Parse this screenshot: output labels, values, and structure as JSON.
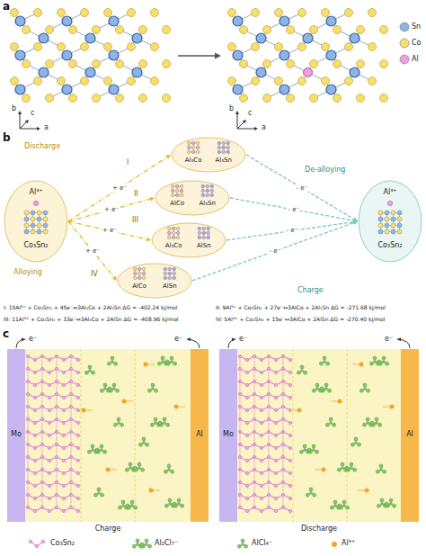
{
  "diagram": {
    "nodes": [
      {
        "text": [
          "Al³⁺",
          "Co₃Sn₂"
        ]
      },
      {
        "text": [
          "Al₃Co",
          "Al₃Sn"
        ]
      },
      {
        "text": [
          "AlCo",
          "Al₃Sn"
        ]
      },
      {
        "text": [
          "Al₃Co",
          "AlSn"
        ]
      },
      {
        "text": [
          "AlCo",
          "AlSn"
        ]
      },
      {
        "text": [
          "Al³⁺",
          "Co₃Sn₂"
        ]
      },
      {
        "text": [
          "Mo"
        ]
      },
      {
        "text": [
          "Al"
        ]
      },
      {
        "text": [
          "Mo"
        ]
      },
      {
        "text": [
          "Al"
        ]
      }
    ],
    "edges": [
      {
        "from": 0,
        "to": 1,
        "arrow": "to",
        "label": "+ e⁻"
      },
      {
        "from": 0,
        "to": 2,
        "arrow": "to",
        "label": "+ e⁻"
      },
      {
        "from": 0,
        "to": 3,
        "arrow": "to",
        "label": "+ e⁻"
      },
      {
        "from": 0,
        "to": 4,
        "arrow": "to",
        "label": "+ e⁻"
      },
      {
        "from": 1,
        "to": 5,
        "arrow": "to",
        "label": "- e⁻"
      },
      {
        "from": 2,
        "to": 5,
        "arrow": "to",
        "label": "- e⁻"
      },
      {
        "from": 3,
        "to": 5,
        "arrow": "to",
        "label": "- e⁻"
      },
      {
        "from": 4,
        "to": 5,
        "arrow": "to",
        "label": "- e⁻"
      }
    ],
    "labels": [
      "a",
      "b",
      "c",
      "a",
      "b",
      "c",
      "a",
      "b",
      "Discharge",
      "I",
      "II",
      "III",
      "IV",
      "Alloying",
      "De-alloying",
      "Charge",
      "I: 15Al³⁺ + Co₃Sn₂ + 45e⁻↔3Al₃Co + 2Al₃Sn ΔG = -402.24 kj/mol",
      "II: 9Al³⁺ + Co₃Sn₂ + 27e⁻↔3AlCo + 2Al₃Sn ΔG = -271.68 kj/mol",
      "III: 11Al³⁺ + Co₃Sn₂ + 33e⁻↔3Al₃Co + 2AlSn ΔG = -408.96 kj/mol",
      "IV: 5Al³⁺ + Co₃Sn₂ + 15e⁻↔3AlCo + 2AlSn ΔG = -270.40 kj/mol",
      "c",
      "e⁻",
      "e⁻",
      "e⁻",
      "e⁻",
      "Charge",
      "Discharge"
    ],
    "legend": [
      {
        "text": "Sn",
        "color": "#8fb4e3"
      },
      {
        "text": "Co",
        "color": "#f7df6f"
      },
      {
        "text": "Al",
        "color": "#ec9fe3"
      },
      {
        "text": "Co₃Sn₂"
      },
      {
        "text": "Al₂Cl₇⁻"
      },
      {
        "text": "AlCl₄⁻"
      },
      {
        "text": "Al³⁺",
        "color": "#f5a623"
      }
    ]
  }
}
